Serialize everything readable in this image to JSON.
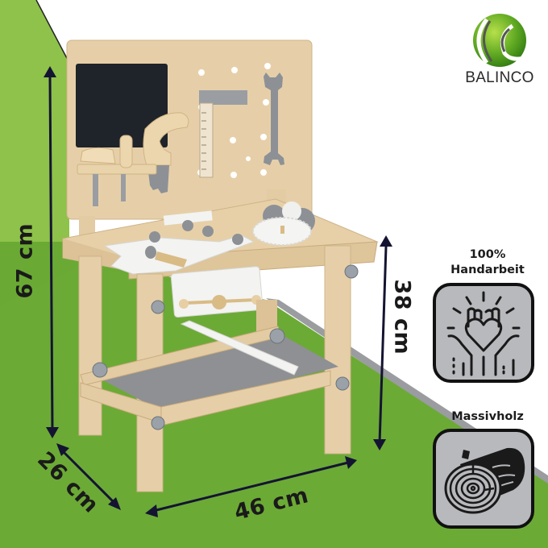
{
  "brand": {
    "name": "BALINCO",
    "logo_icon": "green-swoosh-globe-icon",
    "colors": {
      "logo_green": "#5fa822",
      "text": "#2a2a2a"
    }
  },
  "product": {
    "description": "Wooden toy workbench with chalkboard, tools, gears, vise and lower shelf"
  },
  "dimensions": {
    "height_total": "67 cm",
    "height_table": "38 cm",
    "depth": "26 cm",
    "width": "46 cm"
  },
  "badges": [
    {
      "title_line1": "100%",
      "title_line2": "Handarbeit",
      "icon": "hands-heart-icon"
    },
    {
      "title_line1": "Massivholz",
      "icon": "wood-log-icon"
    }
  ],
  "colors": {
    "floor_green": "#6aaa34",
    "wall_green": "#8ec24a",
    "wood": "#e3cba3",
    "wood_dark": "#c9ab7c",
    "tool_grey": "#8d9196",
    "white_parts": "#f3f3f1",
    "chalkboard": "#1f232a",
    "badge_bg": "#b8b9bd",
    "arrow": "#141432"
  }
}
